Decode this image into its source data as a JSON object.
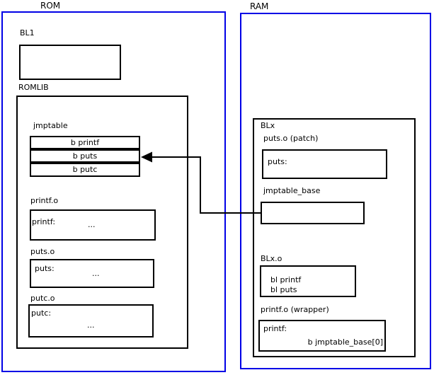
{
  "rom": {
    "title": "ROM",
    "bl1": {
      "label": "BL1"
    },
    "romlib": {
      "label": "ROMLIB",
      "jmptable": {
        "label": "jmptable",
        "rows": [
          "b printf",
          "b puts",
          "b putc"
        ]
      },
      "printf_o": {
        "label": "printf.o",
        "symbol": "printf:",
        "ellipsis": "..."
      },
      "puts_o": {
        "label": "puts.o",
        "symbol": "puts:",
        "ellipsis": "..."
      },
      "putc_o": {
        "label": "putc.o",
        "symbol": "putc:",
        "ellipsis": "..."
      }
    }
  },
  "ram": {
    "title": "RAM",
    "blx": {
      "label": "BLx",
      "puts_patch": {
        "label": "puts.o (patch)",
        "symbol": "puts:"
      },
      "jmptable_base": {
        "label": "jmptable_base"
      },
      "blx_o": {
        "label": "BLx.o",
        "line1": "bl printf",
        "line2": "bl puts"
      },
      "printf_wrapper": {
        "label": "printf.o (wrapper)",
        "symbol": "printf:",
        "body": "b jmptable_base[0]"
      }
    }
  },
  "colors": {
    "frame_blue": "#0000e6",
    "line_black": "#000000",
    "box_fill": "#ffffff"
  }
}
